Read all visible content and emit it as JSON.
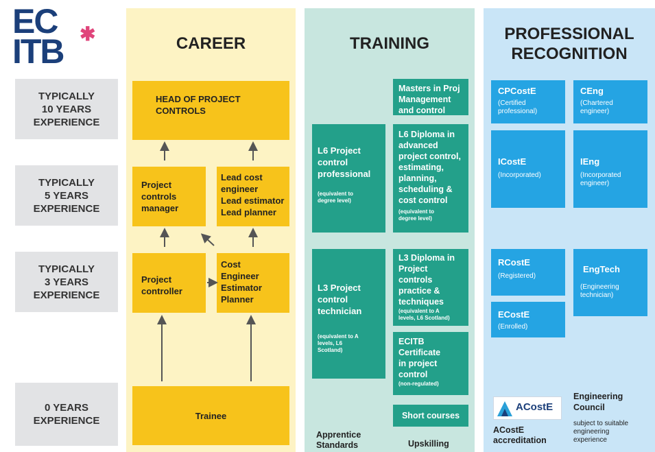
{
  "logo": {
    "top": "EC",
    "bottom": "ITB",
    "star": "✱"
  },
  "columns": {
    "career": "CAREER",
    "training": "TRAINING",
    "professional": "PROFESSIONAL\nRECOGNITION"
  },
  "experience_levels": [
    "TYPICALLY\n10 YEARS\nEXPERIENCE",
    "TYPICALLY\n5 YEARS\nEXPERIENCE",
    "TYPICALLY\n3 YEARS\nEXPERIENCE",
    "0 YEARS\nEXPERIENCE"
  ],
  "career": {
    "head": "HEAD OF PROJECT\nCONTROLS",
    "pcm": "Project\ncontrols\nmanager",
    "lead": "Lead cost\nengineer\nLead estimator\nLead planner",
    "pc": "Project\ncontroller",
    "cost": "Cost\nEngineer\nEstimator\nPlanner",
    "trainee": "Trainee"
  },
  "training": {
    "masters": "Masters in Proj\nManagement\nand control",
    "l6_pro": {
      "title": "L6 Project\ncontrol\nprofessional",
      "note": "(equivalent to\ndegree level)"
    },
    "l6_dip": {
      "title": "L6 Diploma in\nadvanced\nproject control,\nestimating,\nplanning,\nscheduling &\ncost control",
      "note": "(equivalent to\ndegree level)"
    },
    "l3_tech": {
      "title": "L3 Project\ncontrol\ntechnician",
      "note": "(equivalent to A\nlevels, L6\nScotland)"
    },
    "l3_dip": {
      "title": "L3 Diploma in\nProject\ncontrols\npractice &\ntechniques",
      "note": "(equivalent to A\nlevels, L6 Scotland)"
    },
    "ecitb_cert": {
      "title": "ECITB\nCertificate\nin project\ncontrol",
      "note": "(non-regulated)"
    },
    "short": "Short courses",
    "apprentice": "Apprentice\nStandards",
    "upskilling": "Upskilling"
  },
  "professional": {
    "cpcoste": {
      "title": "CPCostE",
      "note": "(Certified\nprofessional)"
    },
    "ceng": {
      "title": "CEng",
      "note": "(Chartered\nengineer)"
    },
    "icoste": {
      "title": "ICostE",
      "note": "(Incorporated)"
    },
    "ieng": {
      "title": "IEng",
      "note": "(Incorporated\nengineer)"
    },
    "rcoste": {
      "title": "RCostE",
      "note": "(Registered)"
    },
    "engtech": {
      "title": "EngTech",
      "note": "(Engineering\ntechnician)"
    },
    "ecoste": {
      "title": "ECostE",
      "note": "(Enrolled)"
    },
    "acoste_logo": "ACostE",
    "acoste_label": "ACostE\naccreditation",
    "ec_title": "Engineering\nCouncil",
    "ec_note": "subject to suitable\nengineering\nexperience"
  },
  "colors": {
    "yellow": "#f7c31b",
    "teal": "#23a08a",
    "blue": "#25a4e3",
    "navy": "#1b3f7a"
  }
}
